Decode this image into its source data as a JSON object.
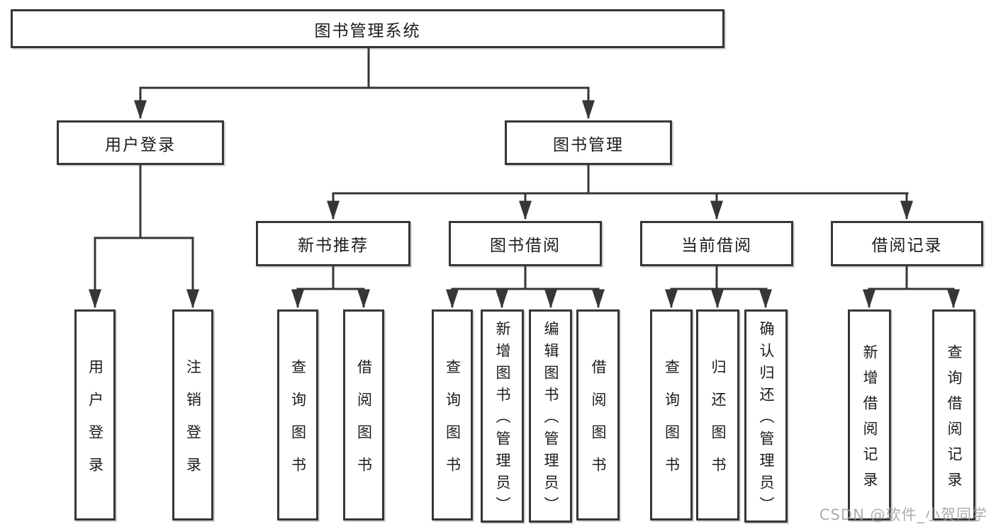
{
  "diagram": {
    "root": {
      "label": "图书管理系统"
    },
    "level2": [
      {
        "label": "用户登录"
      },
      {
        "label": "图书管理"
      }
    ],
    "level3": [
      {
        "label": "新书推荐"
      },
      {
        "label": "图书借阅"
      },
      {
        "label": "当前借阅"
      },
      {
        "label": "借阅记录"
      }
    ],
    "leaves": [
      {
        "label": "用户登录"
      },
      {
        "label": "注销登录"
      },
      {
        "label": "查询图书"
      },
      {
        "label": "借阅图书"
      },
      {
        "label": "查询图书"
      },
      {
        "label": "新增图书（管理员）"
      },
      {
        "label": "编辑图书（管理员）"
      },
      {
        "label": "借阅图书"
      },
      {
        "label": "查询图书"
      },
      {
        "label": "归还图书"
      },
      {
        "label": "确认归还（管理员）"
      },
      {
        "label": "新增借阅记录"
      },
      {
        "label": "查询借阅记录"
      }
    ]
  },
  "watermark": {
    "text": "CSDN @软件_小贺同学"
  },
  "colors": {
    "line": "#363636",
    "box_border": "#363636",
    "text": "#1c1c1c",
    "background": "#ffffff",
    "watermark": "#9e9e9e"
  }
}
